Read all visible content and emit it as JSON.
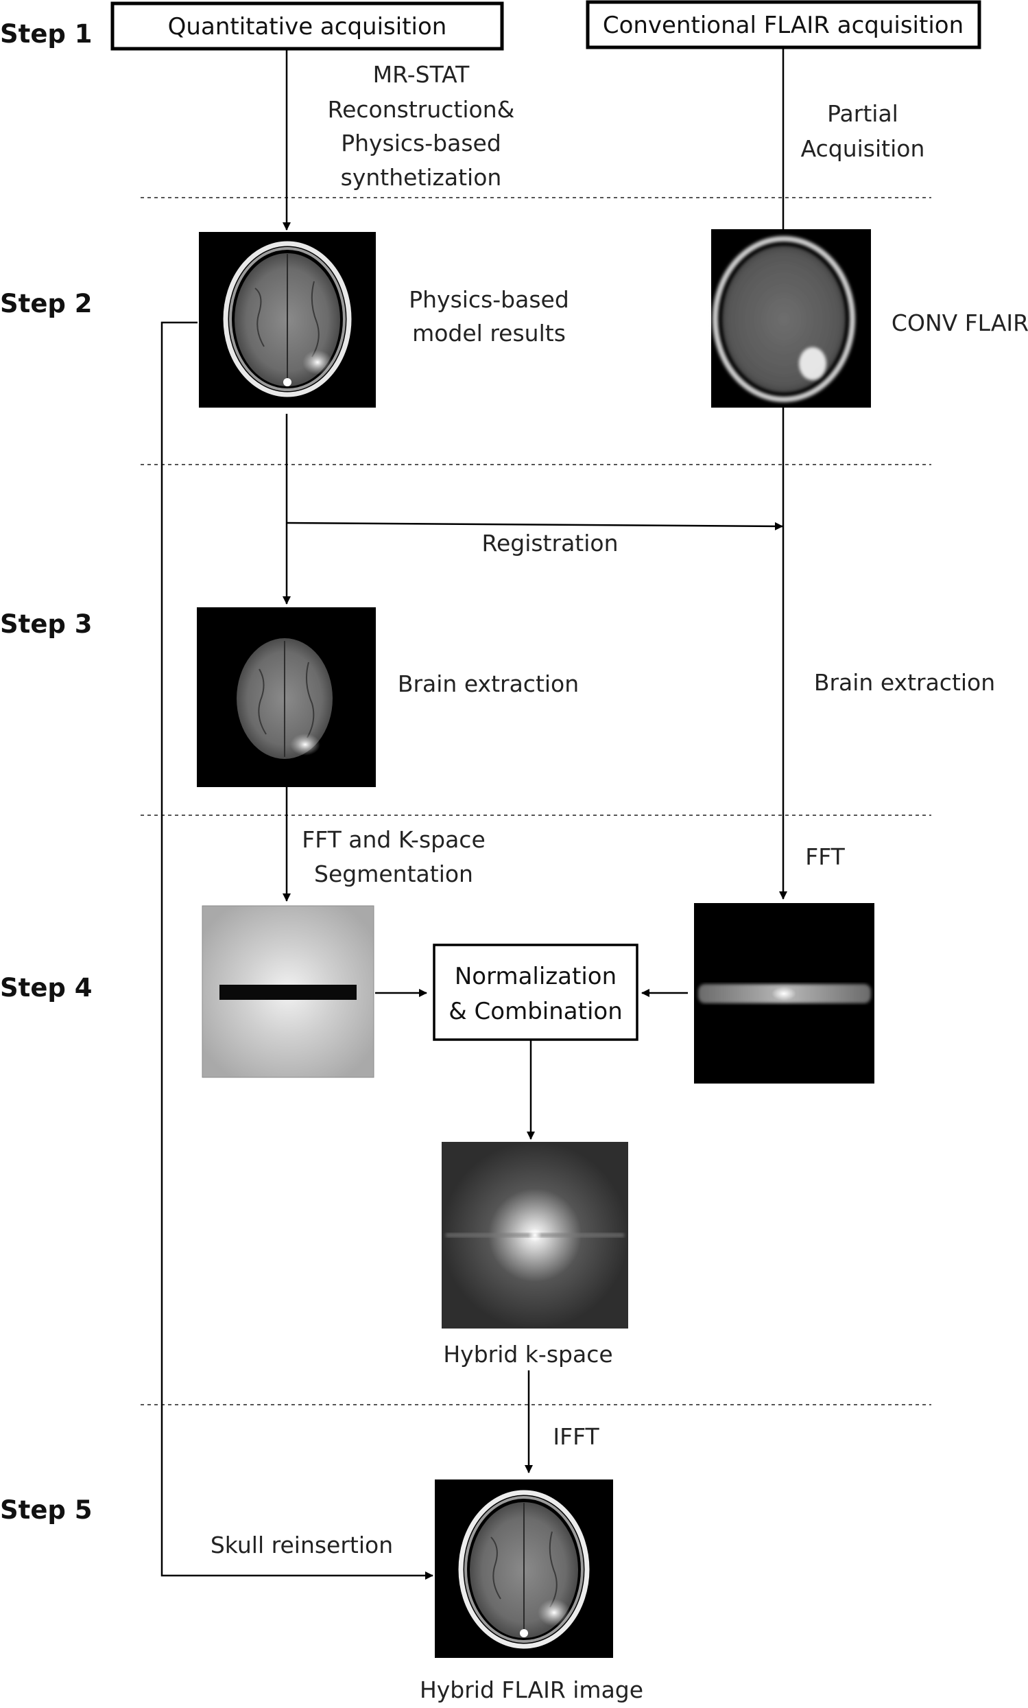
{
  "steps": [
    {
      "label": "Step 1"
    },
    {
      "label": "Step 2"
    },
    {
      "label": "Step 3"
    },
    {
      "label": "Step 4"
    },
    {
      "label": "Step 5"
    }
  ],
  "boxes": {
    "quantitative": "Quantitative acquisition",
    "conventional": "Conventional FLAIR acquisition",
    "normalization_line1": "Normalization",
    "normalization_line2": "& Combination"
  },
  "captions": {
    "mrstat_line1": "MR-STAT",
    "mrstat_line2": "Reconstruction&",
    "mrstat_line3": "Physics-based",
    "mrstat_line4": "synthetization",
    "partial_line1": "Partial",
    "partial_line2": "Acquisition",
    "physics_line1": "Physics-based",
    "physics_line2": "model results",
    "conv_flair": "CONV FLAIR",
    "registration": "Registration",
    "brain_extraction_left": "Brain extraction",
    "brain_extraction_right": "Brain extraction",
    "fft_kspace_line1": "FFT and K-space",
    "fft_kspace_line2": "Segmentation",
    "fft": "FFT",
    "hybrid_kspace": "Hybrid k-space",
    "ifft": "IFFT",
    "skull_reinsertion": "Skull reinsertion",
    "hybrid_flair": "Hybrid FLAIR image"
  },
  "colors": {
    "ink": "#000000",
    "panel_background": "#000000",
    "divider": "#555555",
    "kspace_gray": "#bdbdbd"
  }
}
